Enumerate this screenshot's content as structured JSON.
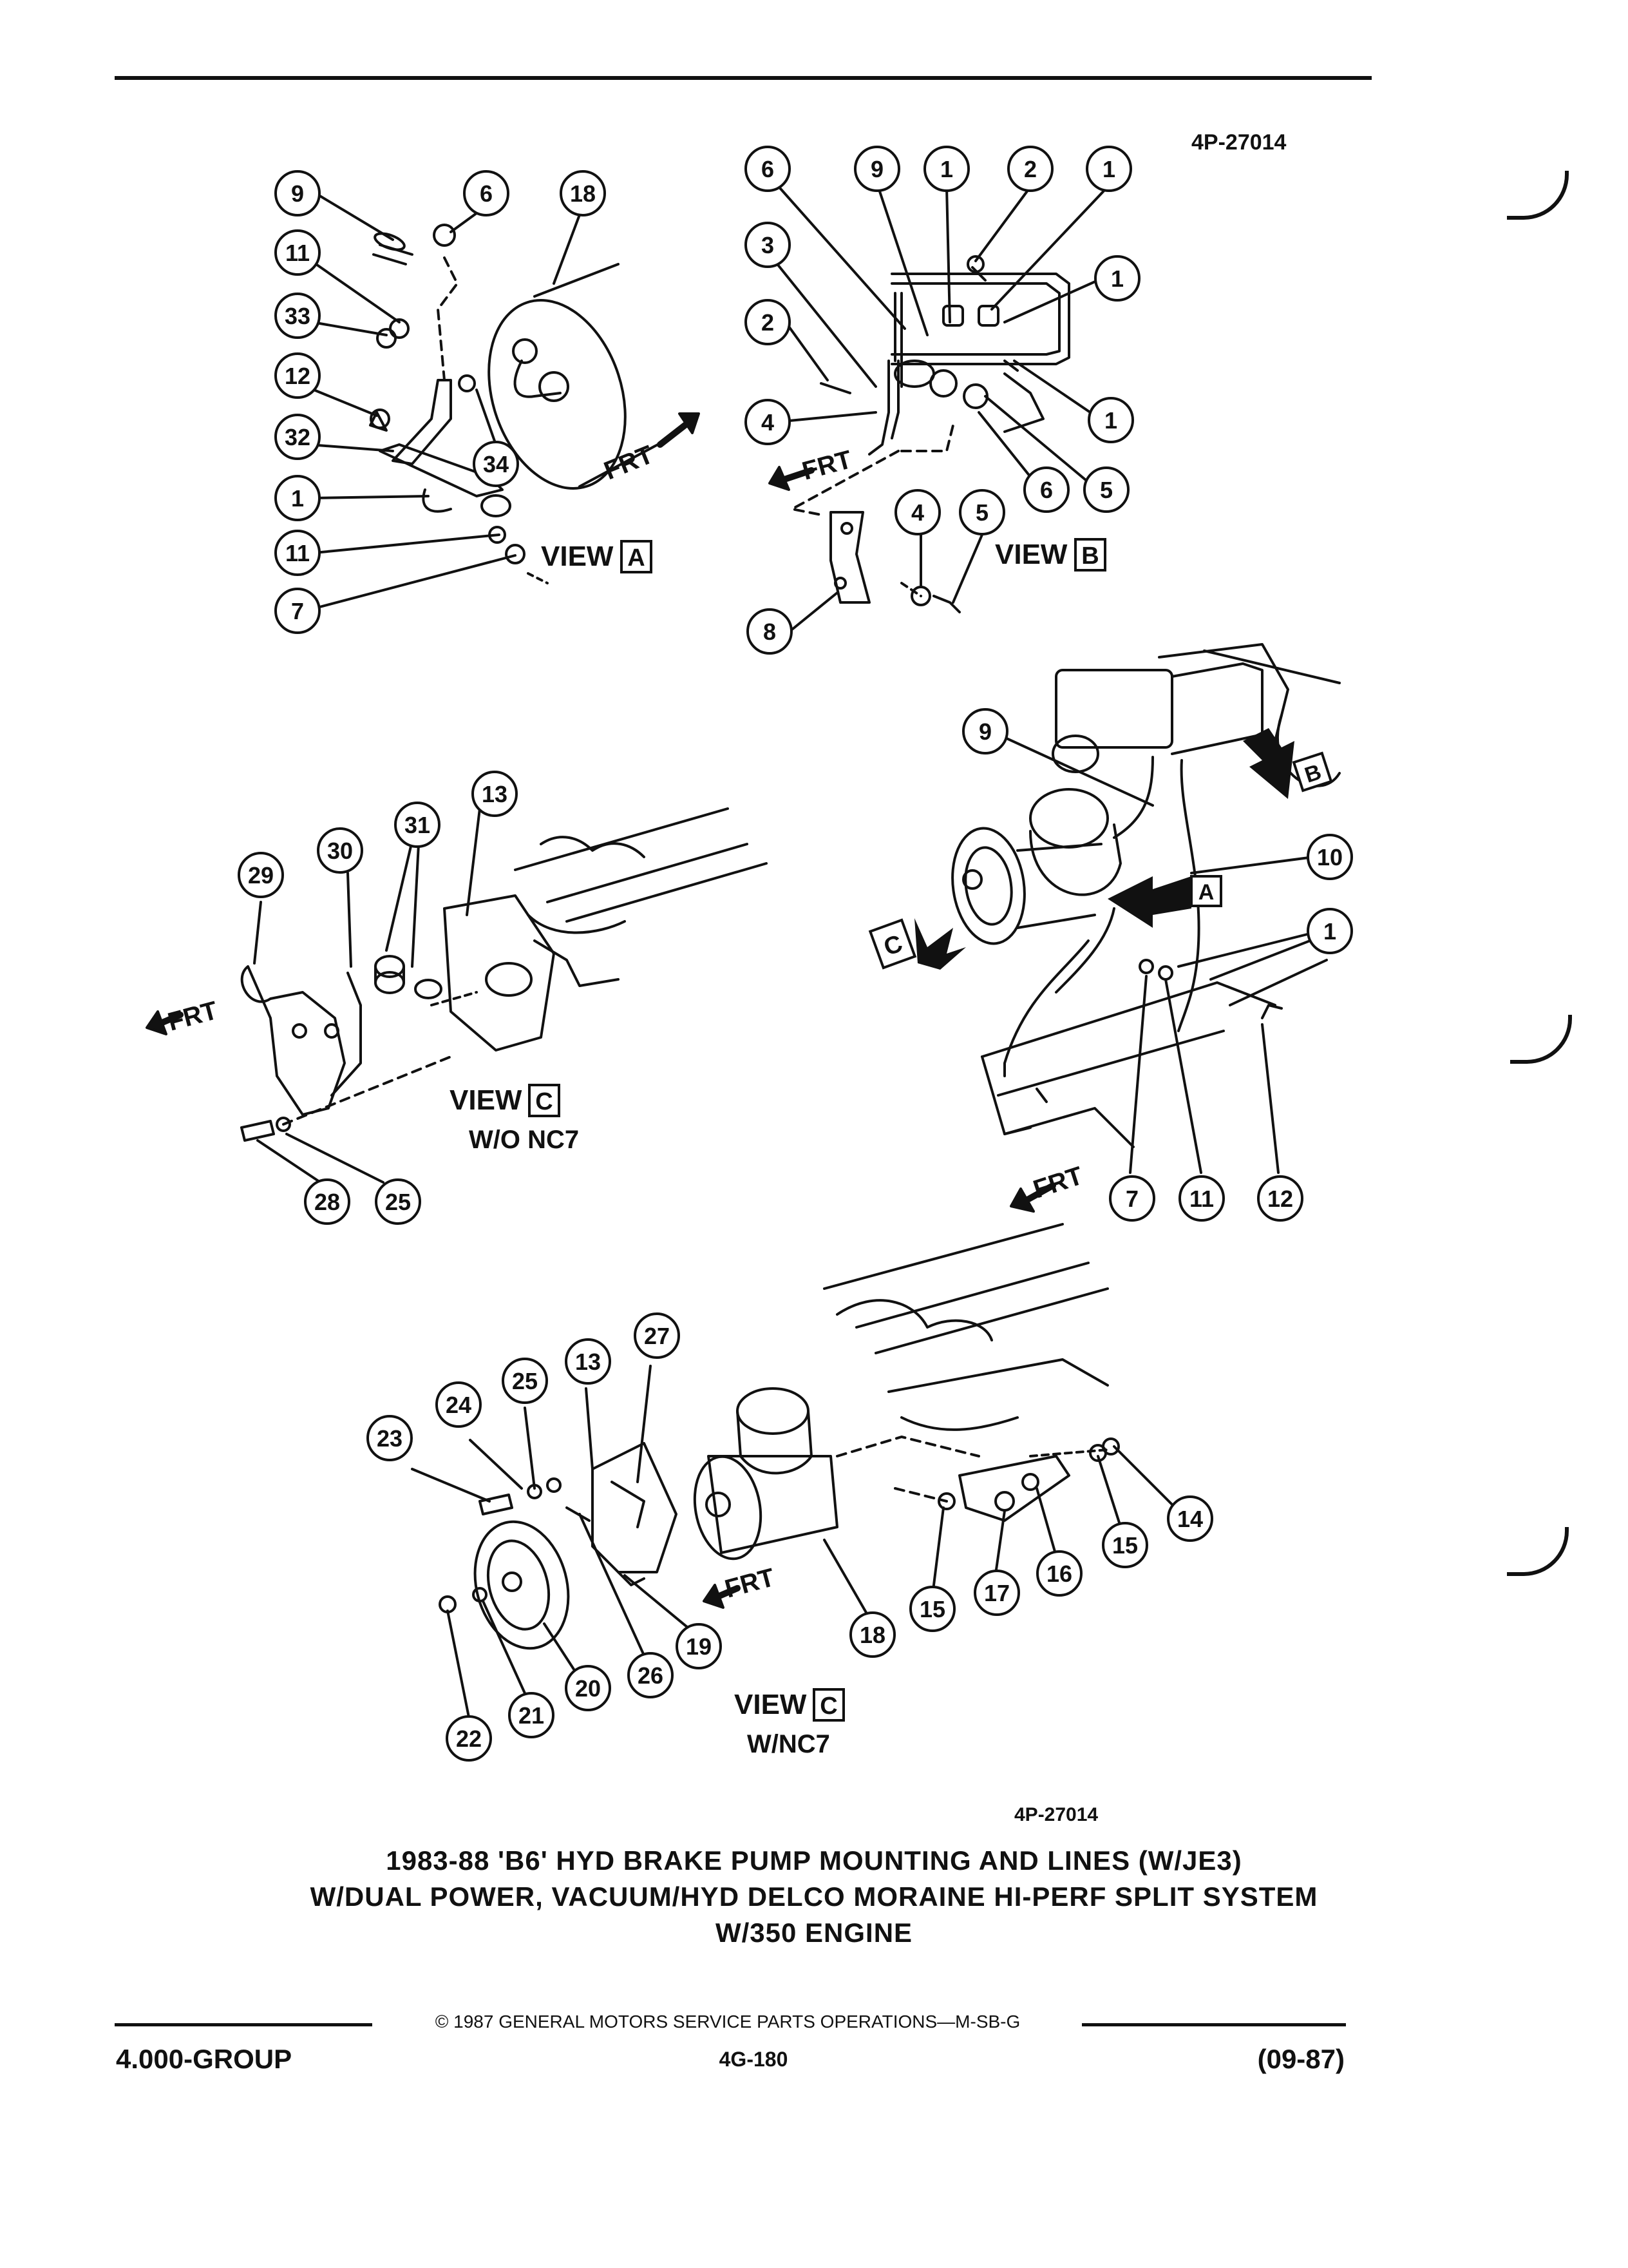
{
  "diagram_id_top": "4P-27014",
  "diagram_id_bottom": "4P-27014",
  "views": {
    "a": {
      "label": "VIEW",
      "letter": "A"
    },
    "b": {
      "label": "VIEW",
      "letter": "B"
    },
    "c_wo": {
      "label": "VIEW",
      "letter": "C",
      "sub": "W/O NC7"
    },
    "c_w": {
      "label": "VIEW",
      "letter": "C",
      "sub": "W/NC7"
    }
  },
  "main_arrows": {
    "a": "A",
    "b": "B",
    "c": "C"
  },
  "frt_label": "FRT",
  "callouts": {
    "view_a": [
      "9",
      "6",
      "18",
      "11",
      "33",
      "12",
      "32",
      "34",
      "1",
      "11",
      "7"
    ],
    "view_b": [
      "6",
      "9",
      "1",
      "2",
      "1",
      "1",
      "3",
      "2",
      "4",
      "1",
      "6",
      "5",
      "4",
      "5",
      "8"
    ],
    "main": [
      "9",
      "10",
      "1",
      "7",
      "11",
      "12"
    ],
    "view_c_wo": [
      "13",
      "31",
      "30",
      "29",
      "28",
      "25"
    ],
    "view_c_w": [
      "27",
      "13",
      "25",
      "24",
      "23",
      "14",
      "15",
      "16",
      "17",
      "15",
      "18",
      "19",
      "26",
      "20",
      "21",
      "22"
    ]
  },
  "title": {
    "line1": "1983-88 'B6' HYD BRAKE PUMP MOUNTING AND LINES (W/JE3)",
    "line2": "W/DUAL POWER, VACUUM/HYD DELCO MORAINE HI-PERF SPLIT SYSTEM",
    "line3": "W/350 ENGINE"
  },
  "footer": {
    "copyright": "© 1987 GENERAL MOTORS SERVICE PARTS OPERATIONS—M-SB-G",
    "group": "4.000-GROUP",
    "page": "4G-180",
    "date": "(09-87)"
  }
}
